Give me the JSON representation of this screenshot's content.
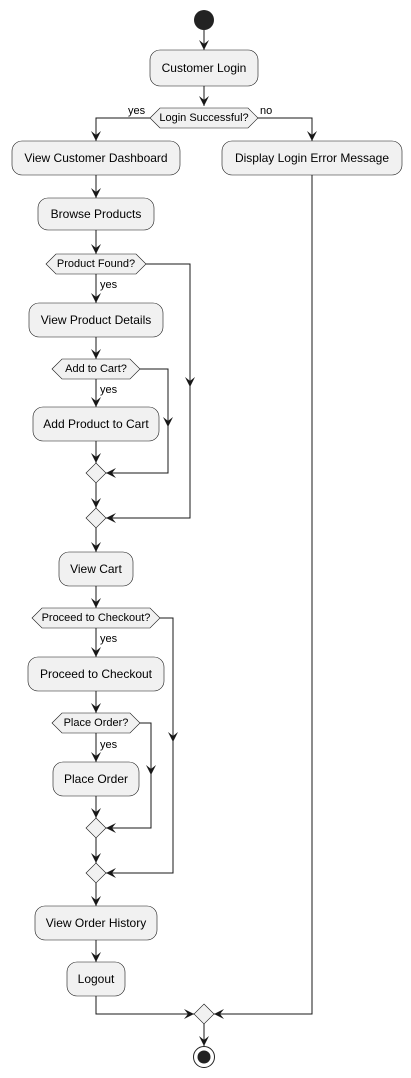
{
  "diagram": {
    "activities": {
      "customer_login": "Customer Login",
      "view_dashboard": "View Customer Dashboard",
      "display_error": "Display Login Error Message",
      "browse_products": "Browse Products",
      "view_product_details": "View Product Details",
      "add_to_cart": "Add Product to Cart",
      "view_cart": "View Cart",
      "proceed_checkout": "Proceed to Checkout",
      "place_order": "Place Order",
      "view_order_history": "View Order History",
      "logout": "Logout"
    },
    "decisions": {
      "login_successful": "Login Successful?",
      "product_found": "Product Found?",
      "add_to_cart_q": "Add to Cart?",
      "proceed_checkout_q": "Proceed to Checkout?",
      "place_order_q": "Place Order?"
    },
    "guards": {
      "login_yes": "yes",
      "login_no": "no",
      "product_found_yes": "yes",
      "add_to_cart_yes": "yes",
      "proceed_checkout_yes": "yes",
      "place_order_yes": "yes"
    },
    "colors": {
      "node_fill": "#f1f1f1",
      "stroke": "#181818",
      "text": "#000000",
      "start_end": "#222222"
    }
  }
}
